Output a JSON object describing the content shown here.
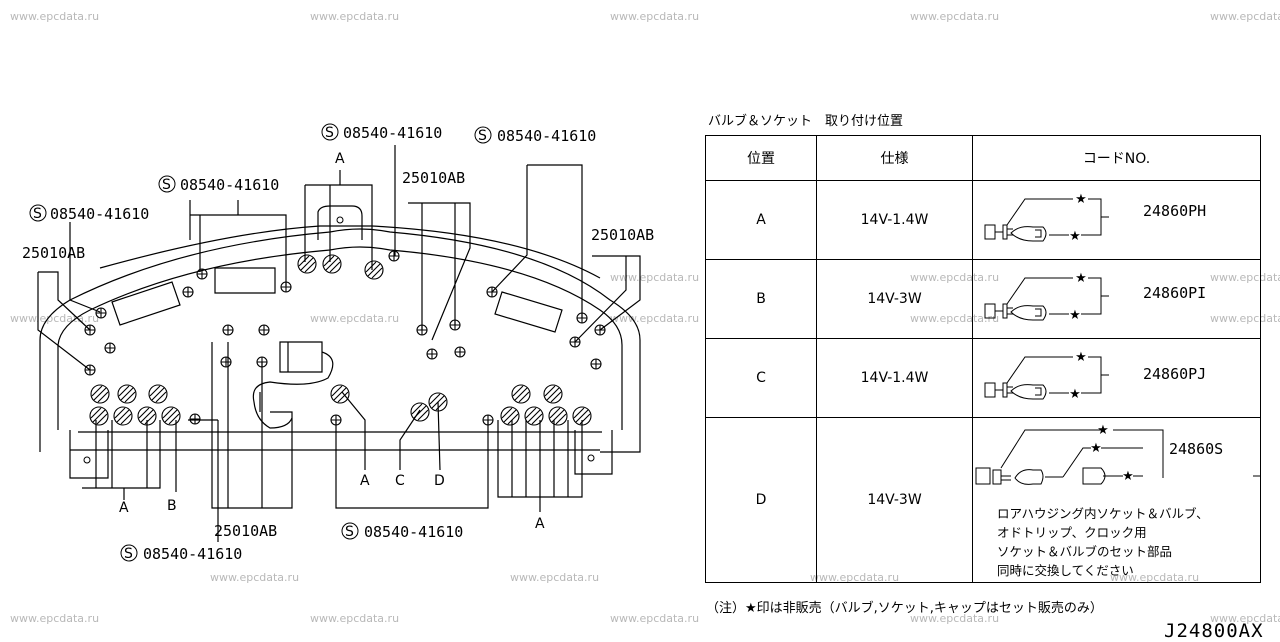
{
  "watermark": "www.epcdata.ru",
  "diagram": {
    "screw_code": "08540-41610",
    "screw_symbol": "S",
    "bulb_code": "25010AB",
    "callouts": {
      "a": "A",
      "b": "B",
      "c": "C",
      "d": "D"
    }
  },
  "table": {
    "title": "バルブ＆ソケット　取り付け位置",
    "headers": {
      "position": "位置",
      "spec": "仕様",
      "code": "コードNO."
    },
    "rows": [
      {
        "position": "A",
        "spec": "14V-1.4W",
        "code": "24860PH"
      },
      {
        "position": "B",
        "spec": "14V-3W",
        "code": "24860PI"
      },
      {
        "position": "C",
        "spec": "14V-1.4W",
        "code": "24860PJ"
      },
      {
        "position": "D",
        "spec": "14V-3W",
        "code": "24860S",
        "note": "ロアハウジング内ソケット＆バルブ、\nオドトリップ、クロック用\nソケット＆バルブのセット部品\n同時に交換してください"
      }
    ],
    "star_symbol": "★"
  },
  "footnote": "（注）★印は非販売（バルブ,ソケット,キャップはセット販売のみ）",
  "part_code": "J24800AX"
}
